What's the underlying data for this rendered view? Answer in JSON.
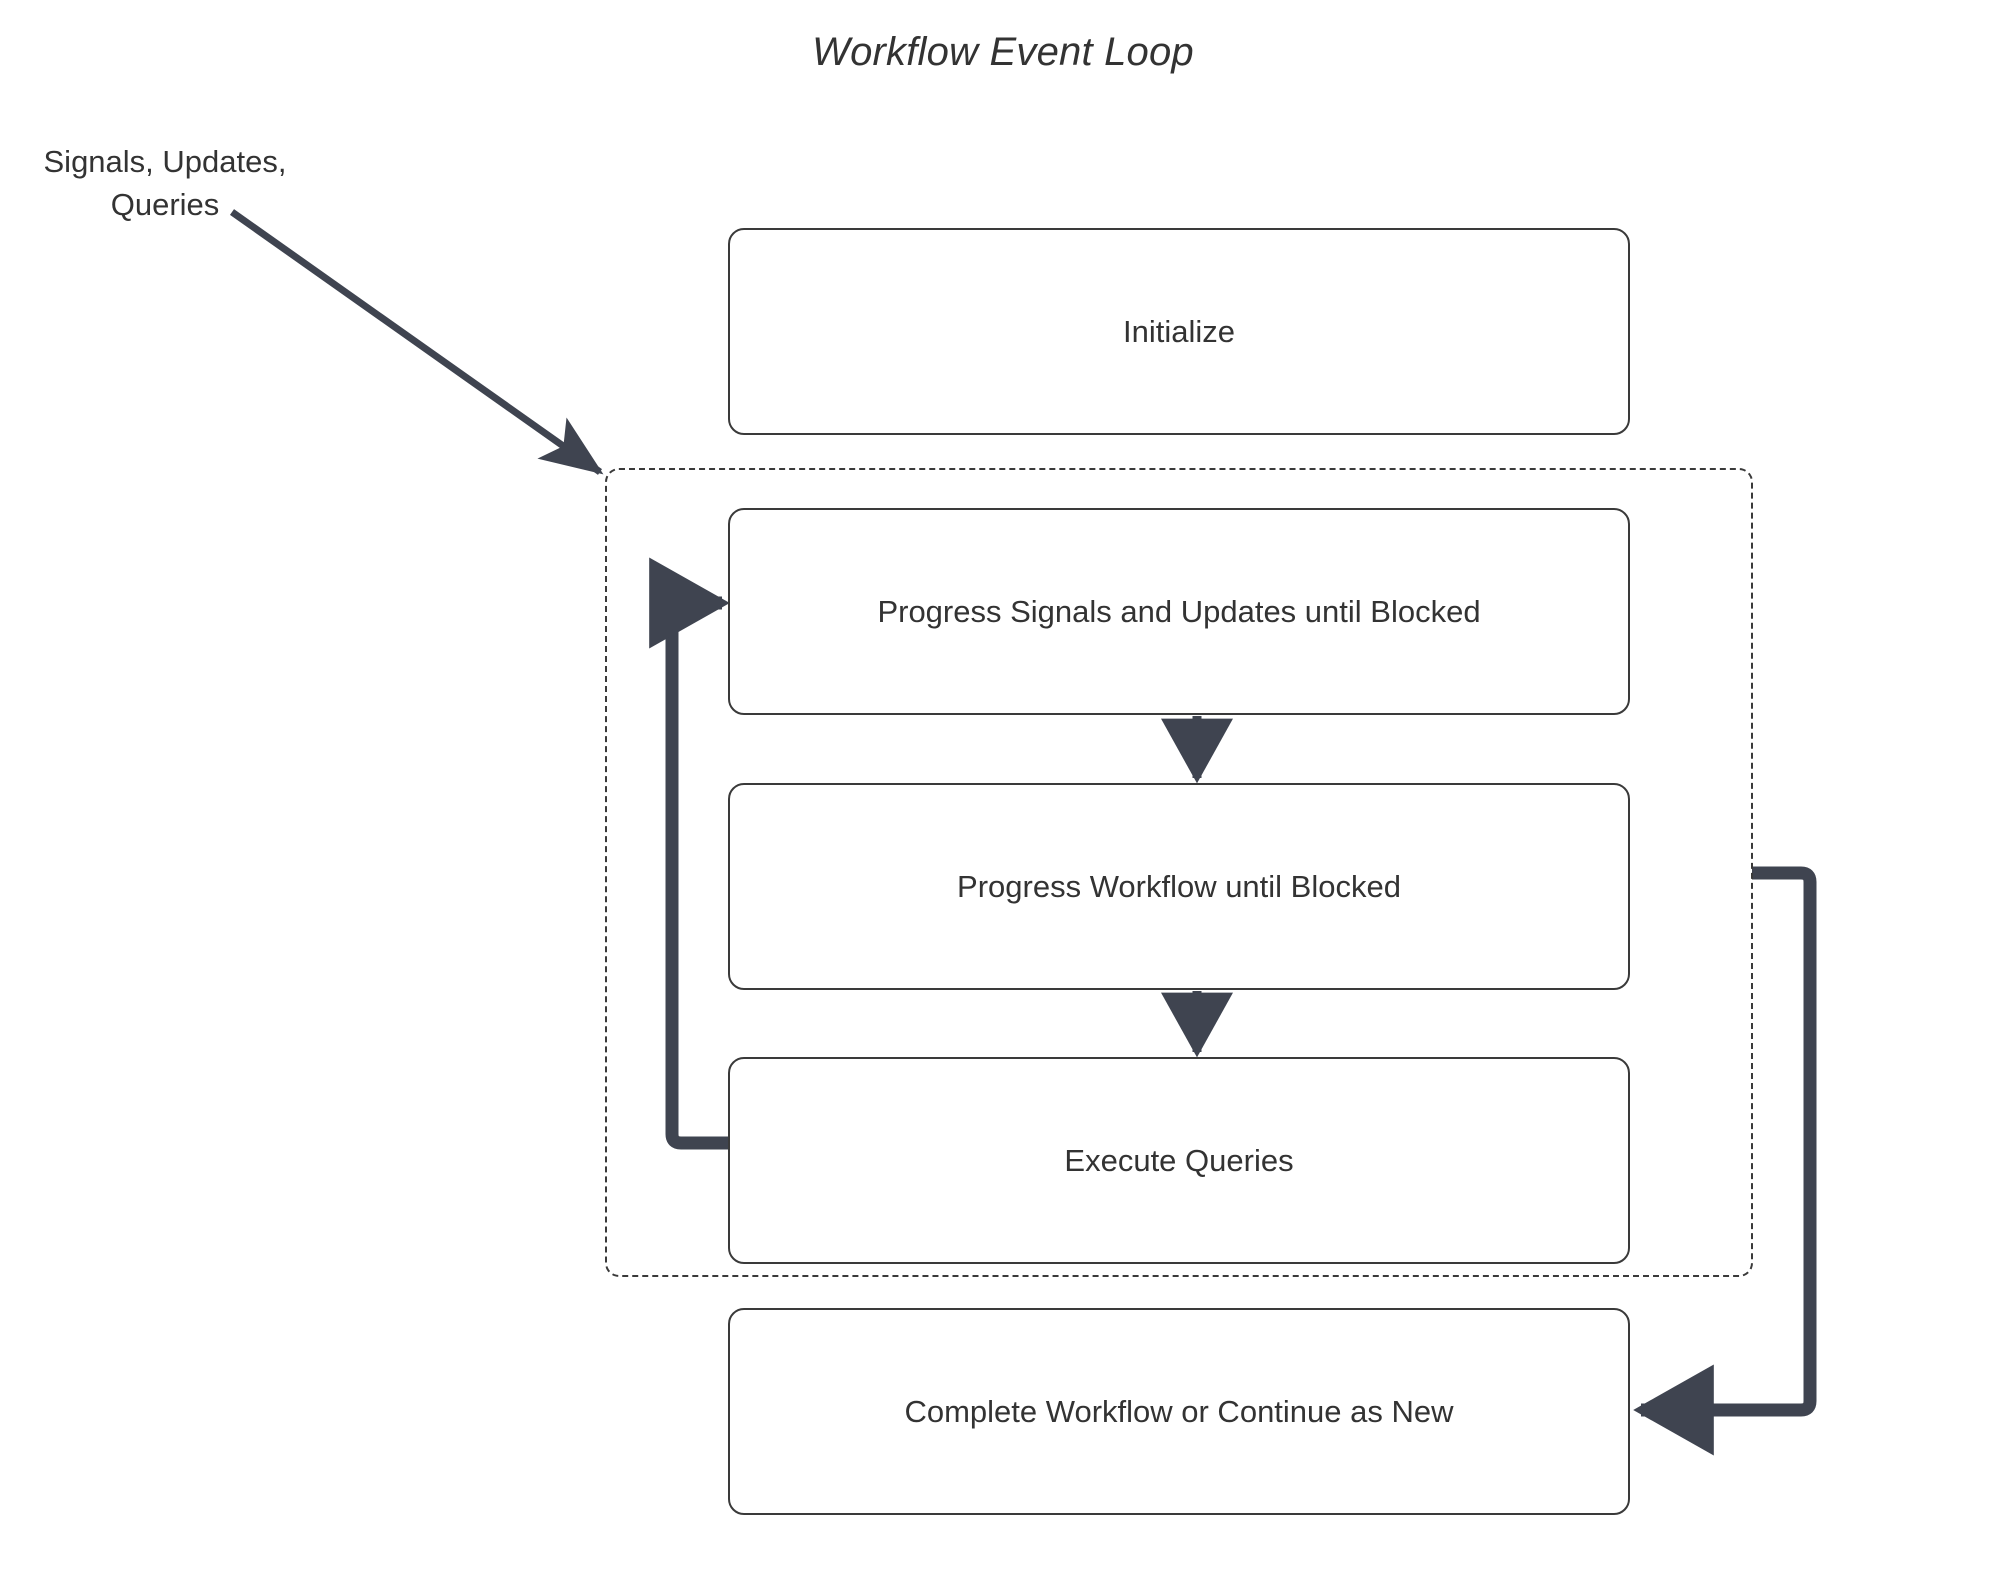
{
  "diagram": {
    "title": "Workflow Event Loop",
    "type": "flowchart",
    "external_input": {
      "label": "Signals, Updates,\nQueries",
      "target": "loop-container"
    },
    "nodes": [
      {
        "id": "initialize",
        "label": "Initialize",
        "shape": "rounded-rect",
        "in_loop": false
      },
      {
        "id": "progress-signals",
        "label": "Progress Signals and Updates until Blocked",
        "shape": "rounded-rect",
        "in_loop": true
      },
      {
        "id": "progress-workflow",
        "label": "Progress Workflow until Blocked",
        "shape": "rounded-rect",
        "in_loop": true
      },
      {
        "id": "execute-queries",
        "label": "Execute Queries",
        "shape": "rounded-rect",
        "in_loop": true
      },
      {
        "id": "complete",
        "label": "Complete Workflow or Continue as New",
        "shape": "rounded-rect",
        "in_loop": false
      }
    ],
    "loop_container": {
      "style": "dashed",
      "contains": [
        "progress-signals",
        "progress-workflow",
        "execute-queries"
      ]
    },
    "edges": [
      {
        "from": "external-input",
        "to": "loop-container",
        "style": "solid-thin",
        "arrow": true
      },
      {
        "from": "progress-signals",
        "to": "progress-workflow",
        "style": "solid-thin",
        "arrow": true
      },
      {
        "from": "progress-workflow",
        "to": "execute-queries",
        "style": "solid-thin",
        "arrow": true
      },
      {
        "from": "execute-queries",
        "to": "progress-signals",
        "style": "solid-thick",
        "arrow": true,
        "routing": "left-loopback"
      },
      {
        "from": "loop-container",
        "to": "complete",
        "style": "solid-thick",
        "arrow": true,
        "routing": "right-exit"
      }
    ],
    "colors": {
      "background": "#ffffff",
      "node_border": "#3a3a3a",
      "node_fill": "#ffffff",
      "text": "#333333",
      "connector": "#3f4450",
      "dashed_border": "#3a3a3a"
    }
  }
}
